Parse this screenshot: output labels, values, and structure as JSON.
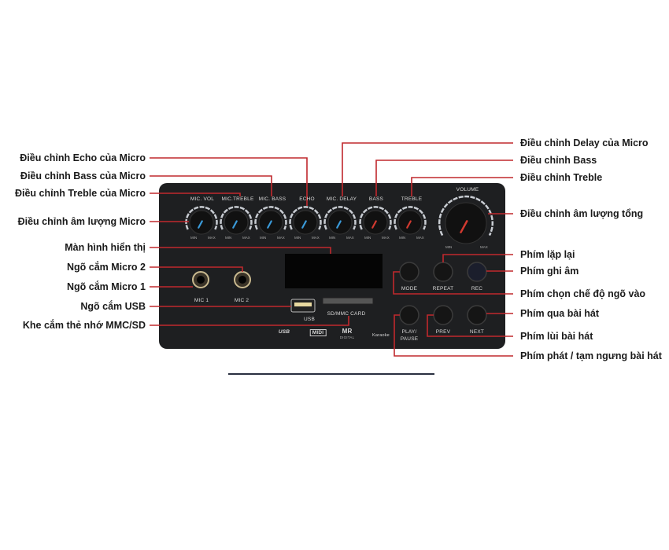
{
  "left_labels": [
    "Điều chỉnh Echo của Micro",
    "Điều chỉnh Bass của Micro",
    "Điều chỉnh Treble của Micro",
    "Điều chỉnh âm lượng Micro",
    "Màn hình hiển thị",
    "Ngõ cắm Micro 2",
    "Ngõ cắm Micro 1",
    "Ngõ cắm USB",
    "Khe cắm thẻ nhớ MMC/SD"
  ],
  "right_labels": [
    "Điều chỉnh Delay của Micro",
    "Điều chỉnh Bass",
    "Điều chỉnh Treble",
    "Điều chỉnh âm lượng tổng",
    "Phím lặp lại",
    "Phím ghi âm",
    "Phím chọn chế độ ngõ vào",
    "Phím qua bài hát",
    "Phím lùi bài hát",
    "Phím phát / tạm ngưng bài hát"
  ],
  "panel": {
    "knobs": [
      "MIC. VOL",
      "MIC.TREBLE",
      "MIC. BASS",
      "ECHO",
      "MIC. DELAY",
      "BASS",
      "TREBLE"
    ],
    "volume": "VOLUME",
    "min": "MIN",
    "max": "MAX",
    "buttons": [
      "MODE",
      "REPEAT",
      "REC",
      "PLAY/",
      "PAUSE",
      "PREV",
      "NEXT"
    ],
    "jacks": [
      "MIC 1",
      "MIC 2"
    ],
    "usb": "USB",
    "sd": "SD/MMC CARD",
    "logos": [
      "USB",
      "MIDI",
      "MR",
      "Karaoke"
    ],
    "logo_sub": "DIGITAL"
  },
  "colors": {
    "leader": "#c0282d",
    "panel": "#1e1f21",
    "mic_knob_indicator": "#3a9ad9",
    "main_knob_indicator": "#d23a30"
  }
}
